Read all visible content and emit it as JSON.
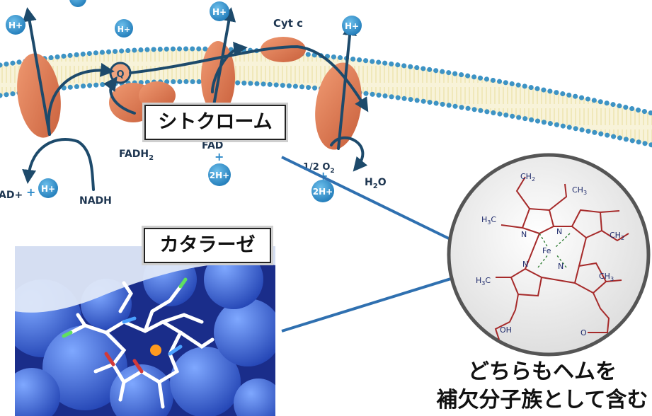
{
  "diagram": {
    "membrane_labels": {
      "h_plus": "H+",
      "q": "Q",
      "cyt_c": "Cyt c",
      "fadh2": "FADH",
      "fadh2_sub": "2",
      "fad": "FAD",
      "plus": "+",
      "two_h_plus": "2H+",
      "nad_plus": "AD+",
      "nadh": "NADH",
      "half_o2": "1/2 O",
      "half_o2_sub": "2",
      "h2o": "H",
      "h2o_sub": "2",
      "h2o_o": "O"
    },
    "heme_labels": {
      "ch2_top": "CH",
      "ch2_right": "CH",
      "sub2": "2",
      "ch3": "CH",
      "sub3": "3",
      "h3c": "H",
      "c": "C",
      "n": "N",
      "fe": "Fe",
      "oh": "OH",
      "o": "O"
    }
  },
  "labels": {
    "cytochrome": "シトクローム",
    "catalase": "カタラーゼ"
  },
  "caption": {
    "line1": "どちらもヘムを",
    "line2": "補欠分子族として含む"
  },
  "colors": {
    "membrane": "#f3e9b9",
    "membrane_dots": "#3d93c4",
    "protein": "#e07b55",
    "arrow": "#1d4a6b",
    "connector": "#2f70b0",
    "heme": "#a62a2a",
    "proton_bubble": "#2f8bc9"
  }
}
